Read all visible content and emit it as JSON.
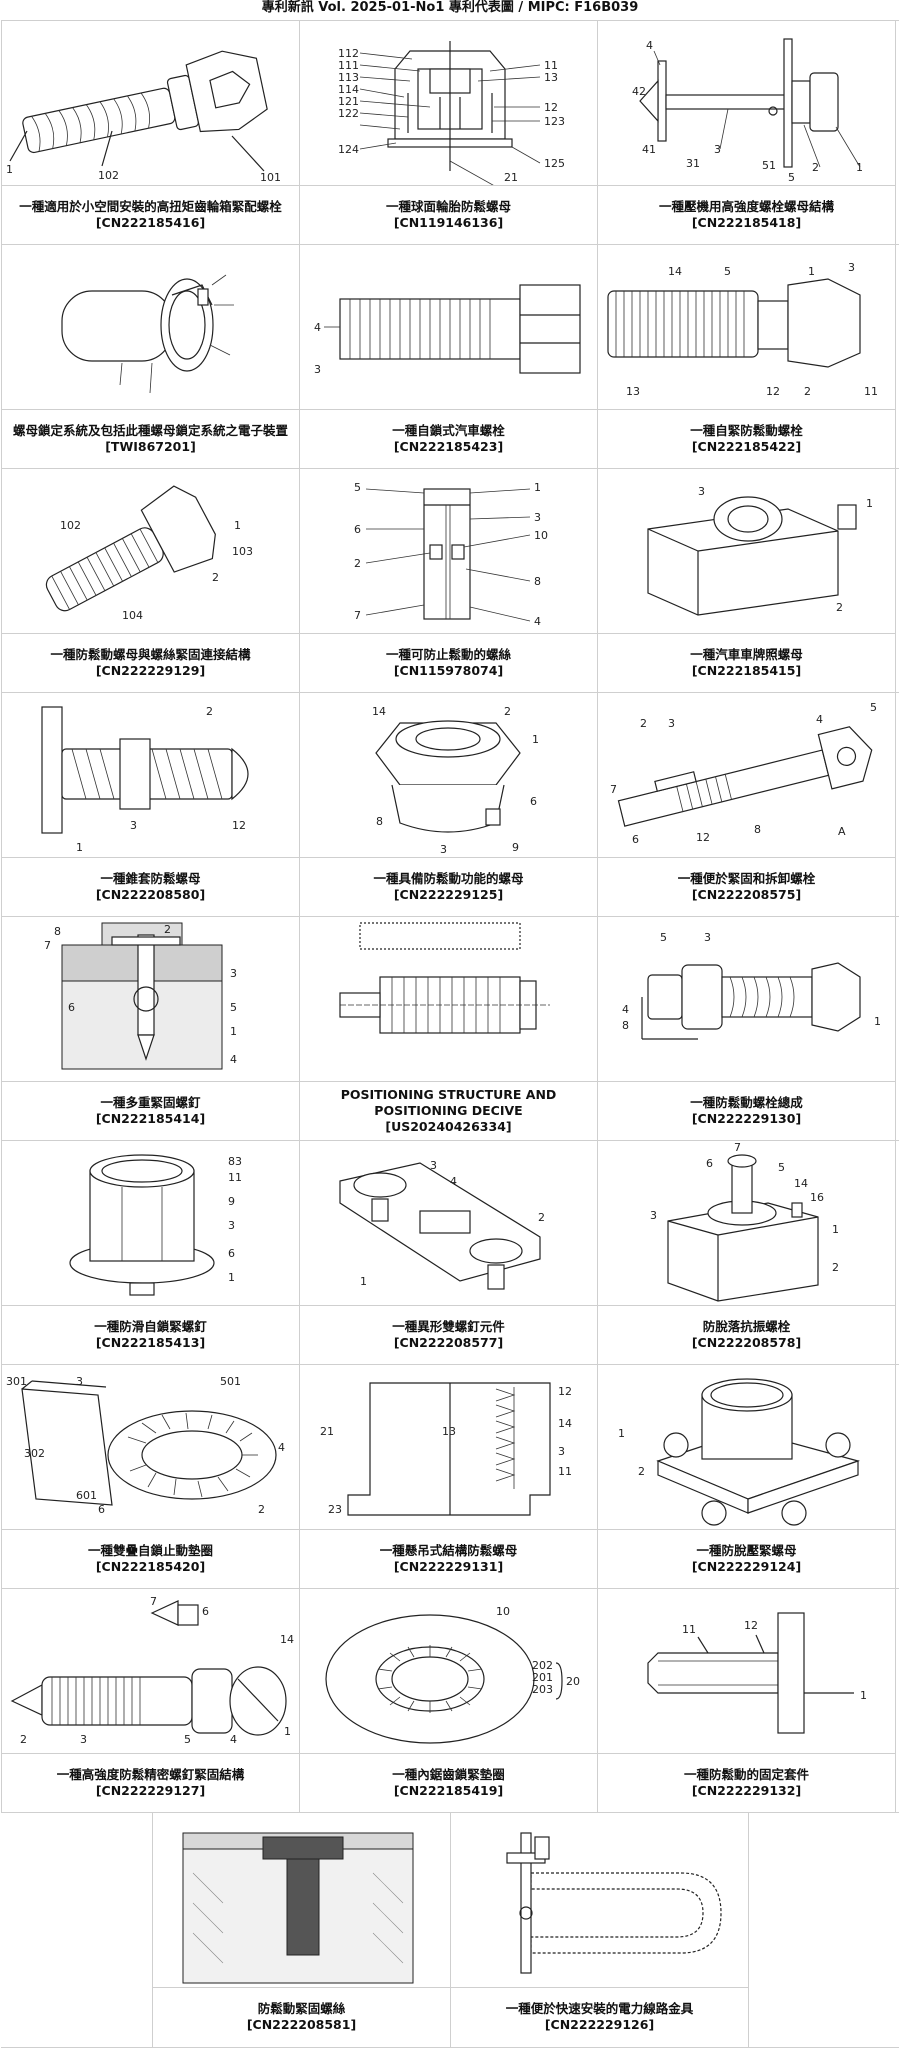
{
  "header": "專利新訊  Vol. 2025-01-No1  專利代表圖  /  MIPC:  F16B039",
  "patents": [
    {
      "title": "一種適用於小空間安裝的高扭矩齒輪箱緊配螺栓",
      "number": "[CN222185416]",
      "icon": "bolt-figure"
    },
    {
      "title": "一種球面輪胎防鬆螺母",
      "number": "[CN119146136]",
      "icon": "nut-section-figure"
    },
    {
      "title": "一種壓機用高強度螺栓螺母結構",
      "number": "[CN222185418]",
      "icon": "press-bolt-figure"
    },
    {
      "title": "螺母鎖定系統及包括此種螺母鎖定系統之電子裝置",
      "number": "[TWI867201]",
      "icon": "nut-lock-figure"
    },
    {
      "title": "一種自鎖式汽車螺栓",
      "number": "[CN222185423]",
      "icon": "car-bolt-figure"
    },
    {
      "title": "一種自緊防鬆動螺栓",
      "number": "[CN222185422]",
      "icon": "self-tight-bolt-figure"
    },
    {
      "title": "一種防鬆動螺母與螺絲緊固連接結構",
      "number": "[CN222229129]",
      "icon": "nut-screw-figure"
    },
    {
      "title": "一種可防止鬆動的螺絲",
      "number": "[CN115978074]",
      "icon": "screw-section-figure"
    },
    {
      "title": "一種汽車車牌照螺母",
      "number": "[CN222185415]",
      "icon": "license-nut-figure"
    },
    {
      "title": "一種錐套防鬆螺母",
      "number": "[CN222208580]",
      "icon": "cone-nut-figure"
    },
    {
      "title": "一種具備防鬆動功能的螺母",
      "number": "[CN222229125]",
      "icon": "anti-loose-nut-figure"
    },
    {
      "title": "一種便於緊固和拆卸螺栓",
      "number": "[CN222208575]",
      "icon": "quick-bolt-figure"
    },
    {
      "title": "一種多重緊固螺釘",
      "number": "[CN222185414]",
      "icon": "multi-screw-figure"
    },
    {
      "title": "POSITIONING STRUCTURE AND POSITIONING DECIVE",
      "number": "[US20240426334]",
      "icon": "positioning-figure"
    },
    {
      "title": "一種防鬆動螺栓總成",
      "number": "[CN222229130]",
      "icon": "bolt-assembly-figure"
    },
    {
      "title": "一種防滑自鎖緊螺釘",
      "number": "[CN222185413]",
      "icon": "anti-slip-screw-figure"
    },
    {
      "title": "一種異形雙螺釘元件",
      "number": "[CN222208577]",
      "icon": "double-screw-figure"
    },
    {
      "title": "防脫落抗振螺栓",
      "number": "[CN222208578]",
      "icon": "vibration-bolt-figure"
    },
    {
      "title": "一種雙疊自鎖止動墊圈",
      "number": "[CN222185420]",
      "icon": "washer-figure"
    },
    {
      "title": "一種懸吊式結構防鬆螺母",
      "number": "[CN222229131]",
      "icon": "hanging-nut-figure"
    },
    {
      "title": "一種防脫壓緊螺母",
      "number": "[CN222229124]",
      "icon": "press-nut-figure"
    },
    {
      "title": "一種高強度防鬆精密螺釘緊固結構",
      "number": "[CN222229127]",
      "icon": "precision-screw-figure"
    },
    {
      "title": "一種內鋸齒鎖緊墊圈",
      "number": "[CN222185419]",
      "icon": "serrated-washer-figure"
    },
    {
      "title": "一種防鬆動的固定套件",
      "number": "[CN222229132]",
      "icon": "fixing-kit-figure"
    },
    {
      "title": "防鬆動緊固螺絲",
      "number": "[CN222208581]",
      "icon": "fastening-screw-figure"
    },
    {
      "title": "一種便於快速安裝的電力線路金具",
      "number": "[CN222229126]",
      "icon": "power-fitting-figure"
    }
  ],
  "labels": {
    "p1": [
      "1",
      "102",
      "101"
    ],
    "p2": [
      "112",
      "111",
      "113",
      "114",
      "121",
      "122",
      "124",
      "11",
      "13",
      "12",
      "123",
      "125",
      "21"
    ],
    "p3": [
      "4",
      "42",
      "41",
      "31",
      "3",
      "51",
      "5",
      "2",
      "1"
    ],
    "p5": [
      "4",
      "3"
    ],
    "p6": [
      "14",
      "5",
      "1",
      "3",
      "13",
      "12",
      "2",
      "11"
    ],
    "p7": [
      "1",
      "2",
      "103",
      "104",
      "102"
    ],
    "p8": [
      "5",
      "1",
      "6",
      "3",
      "10",
      "2",
      "8",
      "7",
      "4"
    ],
    "p9": [
      "3",
      "1",
      "2"
    ],
    "p10": [
      "2",
      "3",
      "12",
      "1"
    ],
    "p11": [
      "14",
      "2",
      "1",
      "6",
      "8",
      "3",
      "9"
    ],
    "p12": [
      "2",
      "3",
      "4",
      "5",
      "7",
      "6",
      "12",
      "8",
      "A"
    ],
    "p13": [
      "2",
      "8",
      "7",
      "3",
      "6",
      "5",
      "1",
      "4"
    ],
    "p15": [
      "5",
      "3",
      "4",
      "8",
      "1"
    ],
    "p16": [
      "83",
      "11",
      "9",
      "3",
      "6",
      "1"
    ],
    "p17": [
      "3",
      "4",
      "2",
      "1"
    ],
    "p18": [
      "7",
      "6",
      "5",
      "14",
      "16",
      "3",
      "1",
      "2"
    ],
    "p19": [
      "301",
      "3",
      "501",
      "302",
      "601",
      "6",
      "2",
      "4"
    ],
    "p20": [
      "21",
      "13",
      "12",
      "14",
      "3",
      "11",
      "23"
    ],
    "p21": [
      "1",
      "2"
    ],
    "p22": [
      "7",
      "6",
      "14",
      "2",
      "3",
      "5",
      "4",
      "1"
    ],
    "p23": [
      "10",
      "202",
      "201",
      "203",
      "20"
    ],
    "p24": [
      "11",
      "12",
      "1"
    ]
  }
}
